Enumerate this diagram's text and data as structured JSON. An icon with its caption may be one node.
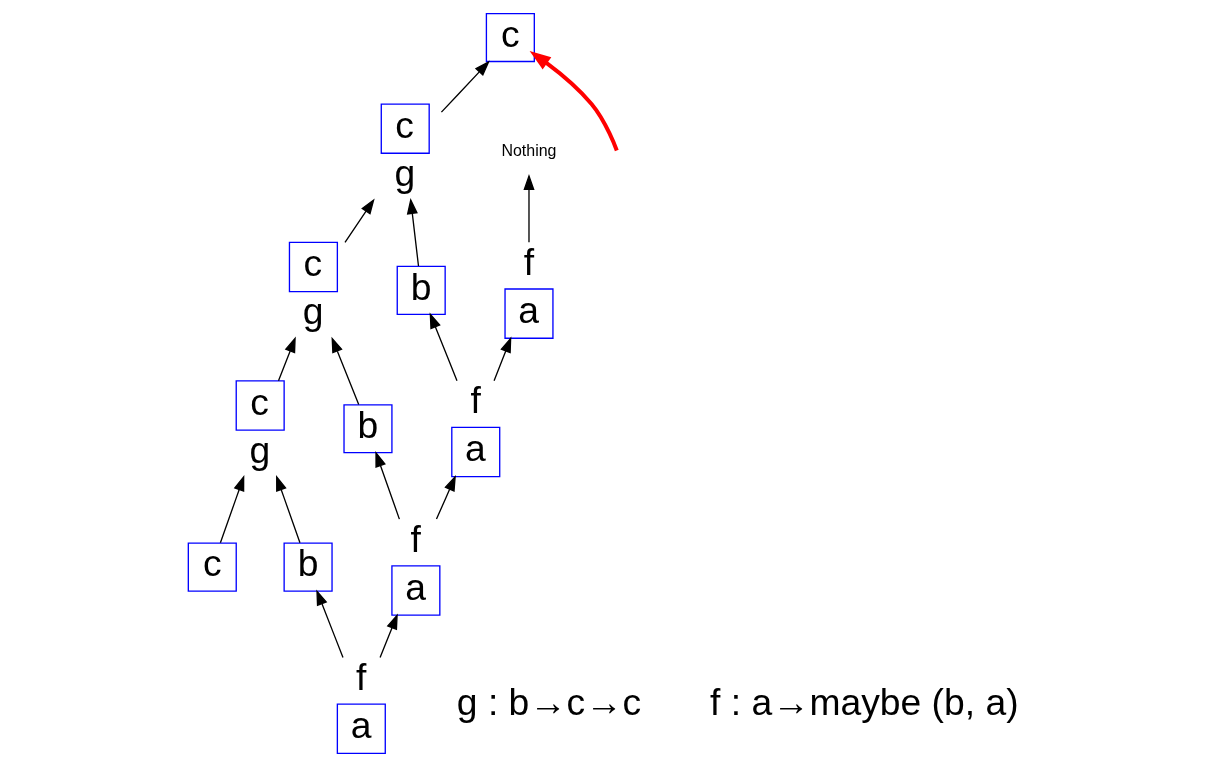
{
  "diagram": {
    "nodes": [
      {
        "text": [
          "c"
        ]
      },
      {
        "text": [
          "c"
        ],
        "beside": [
          "g"
        ]
      },
      {
        "text": [
          "c"
        ],
        "beside": [
          "g"
        ]
      },
      {
        "text": [
          "c"
        ],
        "beside": [
          "g"
        ]
      },
      {
        "text": [
          "c"
        ]
      },
      {
        "text": [
          "b"
        ]
      },
      {
        "text": [
          "b"
        ]
      },
      {
        "text": [
          "b"
        ]
      },
      {
        "text": [
          "a"
        ],
        "beside": [
          "f"
        ]
      },
      {
        "text": [
          "a"
        ],
        "beside": [
          "f"
        ]
      },
      {
        "text": [
          "a"
        ],
        "beside": [
          "f"
        ]
      },
      {
        "text": [
          "a"
        ],
        "beside": [
          "f"
        ]
      },
      {
        "text": [
          "Nothing"
        ]
      }
    ],
    "edges": [
      {
        "from": 4,
        "to": 3,
        "arrow": "to"
      },
      {
        "from": 7,
        "to": 3,
        "arrow": "to"
      },
      {
        "from": 3,
        "to": 2,
        "arrow": "to"
      },
      {
        "from": 6,
        "to": 2,
        "arrow": "to"
      },
      {
        "from": 2,
        "to": 1,
        "arrow": "to"
      },
      {
        "from": 5,
        "to": 1,
        "arrow": "to"
      },
      {
        "from": 1,
        "to": 0,
        "arrow": "to"
      },
      {
        "from": 11,
        "to": 7,
        "arrow": "to"
      },
      {
        "from": 11,
        "to": 10,
        "arrow": "to"
      },
      {
        "from": 10,
        "to": 6,
        "arrow": "to"
      },
      {
        "from": 10,
        "to": 9,
        "arrow": "to"
      },
      {
        "from": 9,
        "to": 5,
        "arrow": "to"
      },
      {
        "from": 9,
        "to": 8,
        "arrow": "to"
      },
      {
        "from": 8,
        "to": 12,
        "arrow": "to"
      },
      {
        "from": null,
        "to": 0,
        "arrow": "to",
        "style": "thick",
        "color": "#ff0000"
      }
    ],
    "labels": [
      "g : b→c→c",
      "f : a→maybe (b, a)"
    ]
  }
}
